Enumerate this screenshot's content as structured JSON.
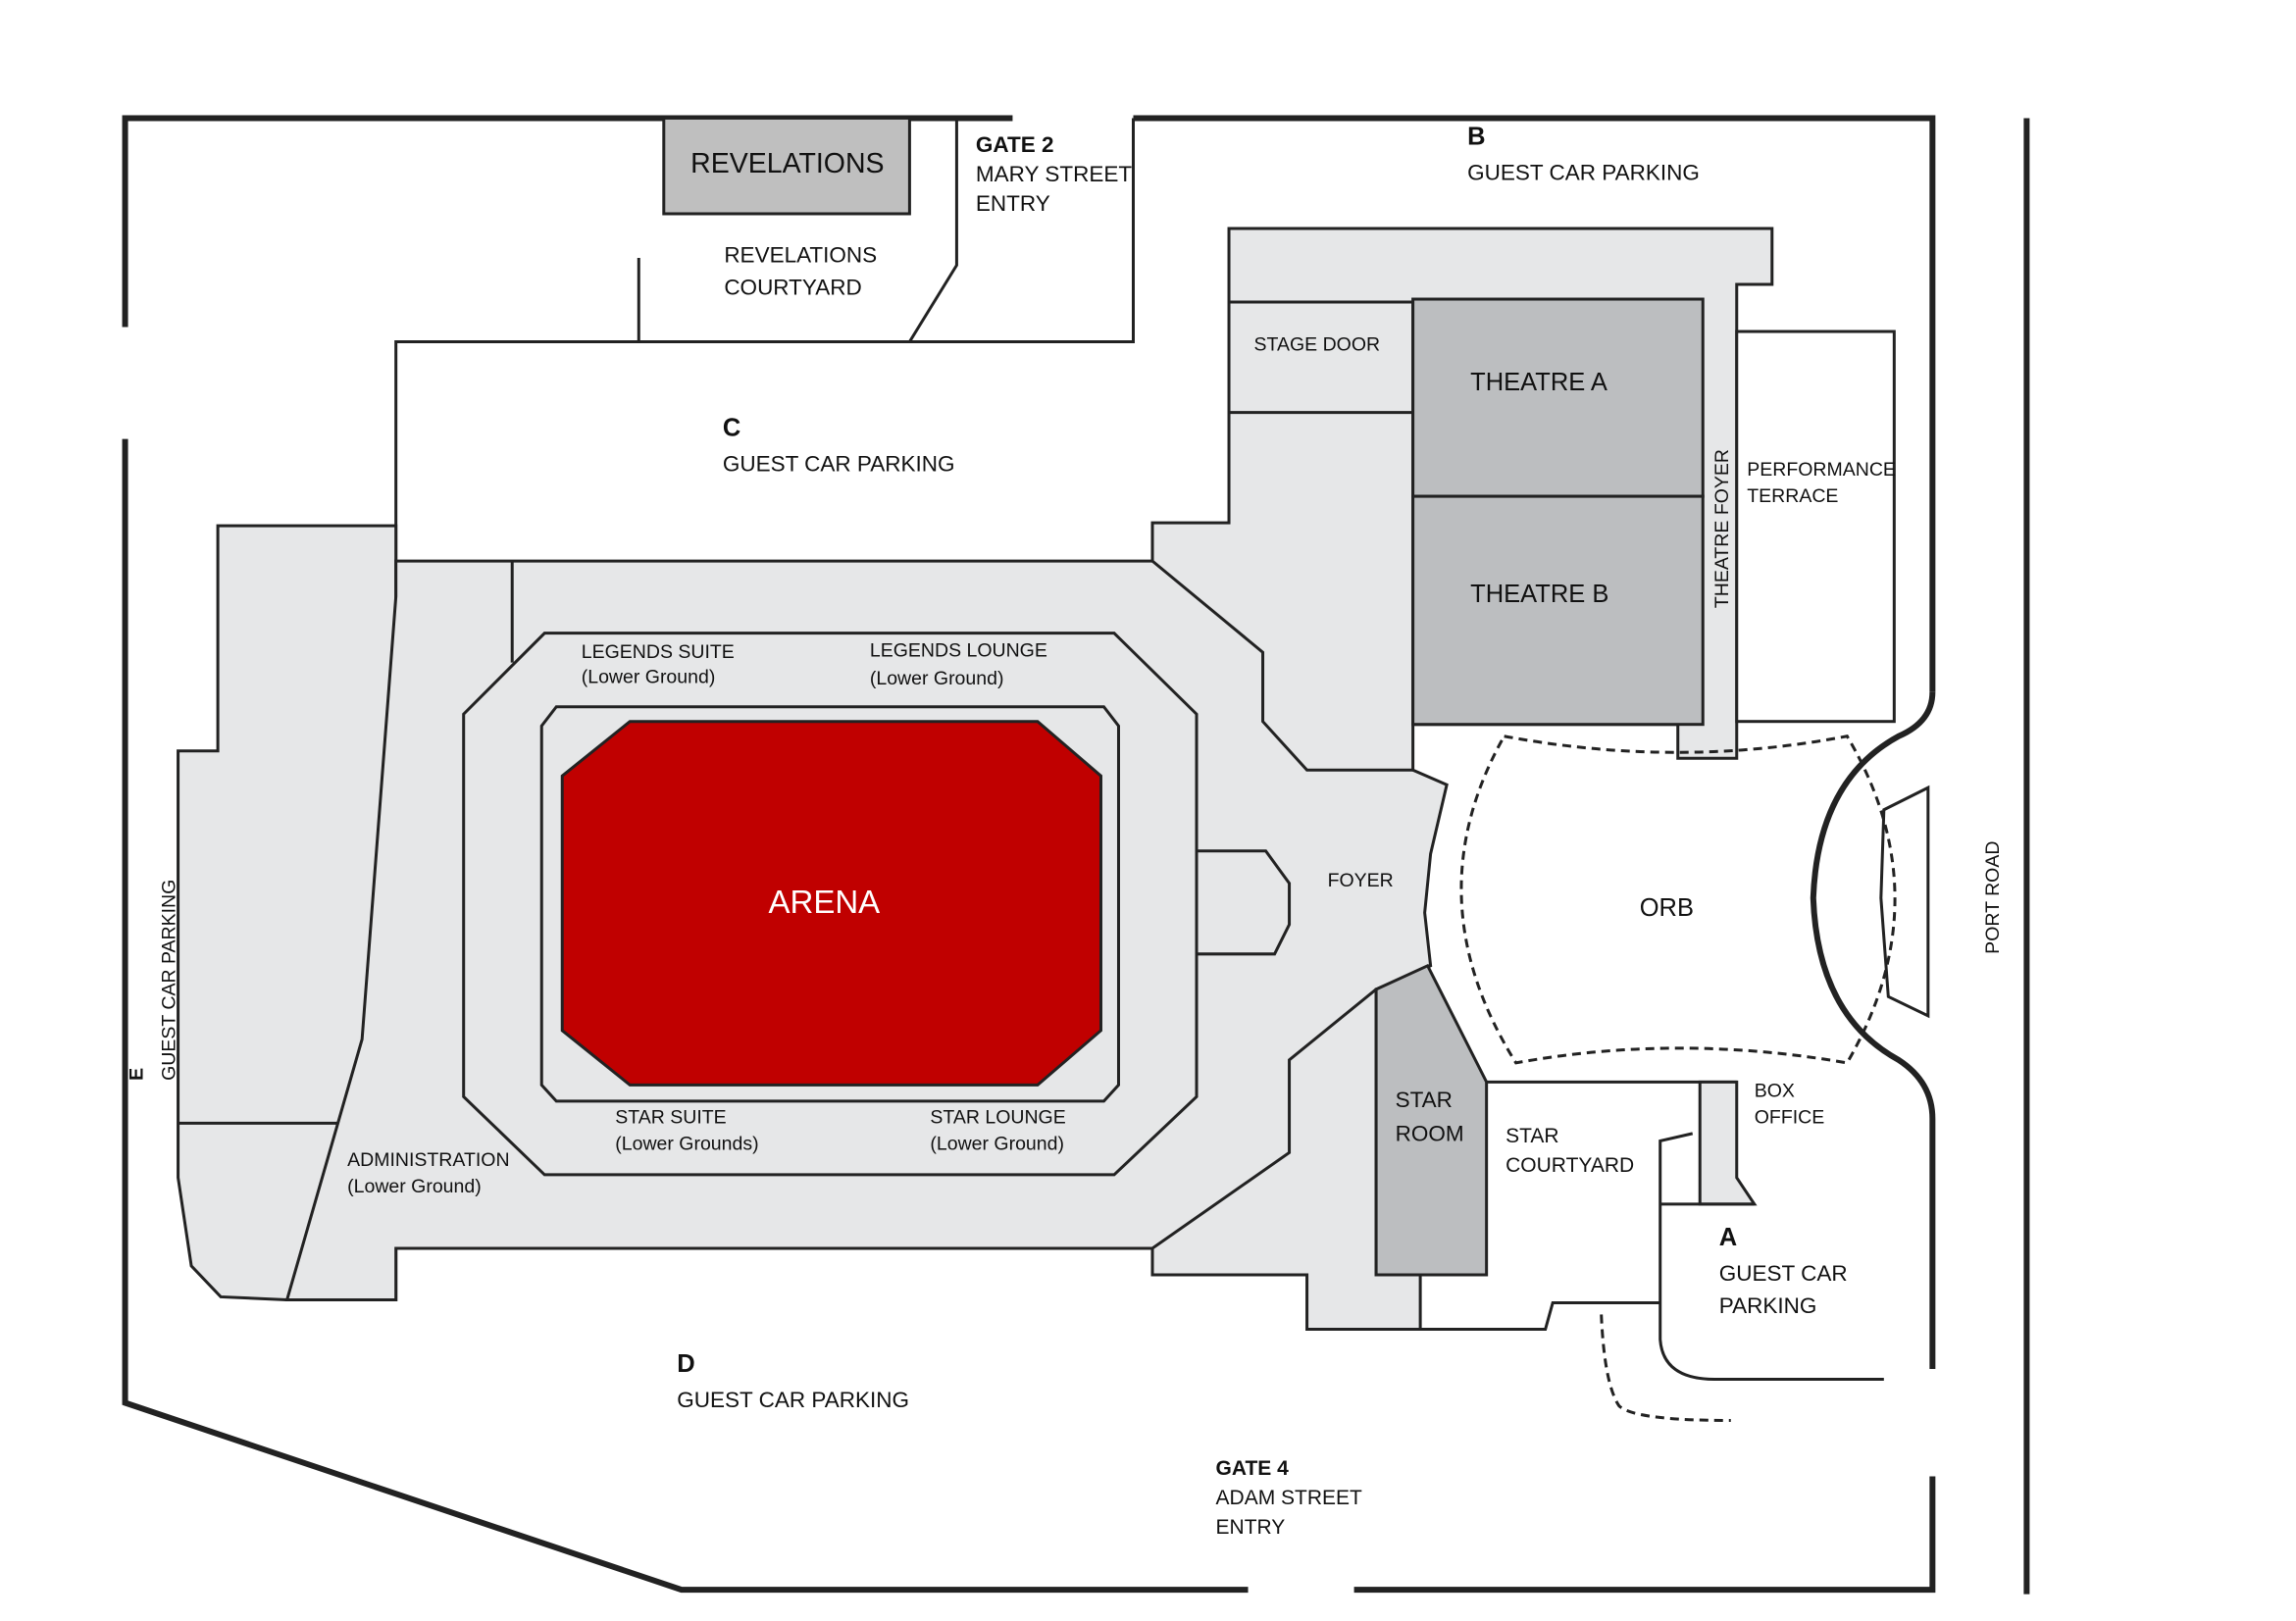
{
  "colors": {
    "arena": "#c00000",
    "building": "#e6e7e8",
    "rooms": "#bcbec0",
    "walls": "#222222"
  },
  "labels": {
    "revelations": "REVELATIONS",
    "revelations_courtyard": [
      "REVELATIONS",
      "COURTYARD"
    ],
    "gate2": {
      "title": "GATE  2",
      "lines": [
        "MARY STREET",
        "ENTRY"
      ]
    },
    "parking_b": {
      "letter": "B",
      "text": "GUEST CAR PARKING"
    },
    "parking_c": {
      "letter": "C",
      "text": "GUEST CAR PARKING"
    },
    "parking_d": {
      "letter": "D",
      "text": "GUEST CAR PARKING"
    },
    "parking_a": {
      "letter": "A",
      "lines": [
        "GUEST CAR",
        "PARKING"
      ]
    },
    "parking_e": {
      "letter": "E",
      "text": "GUEST CAR PARKING"
    },
    "stage_door": "STAGE DOOR",
    "theatre_a": "THEATRE A",
    "theatre_b": "THEATRE B",
    "theatre_foyer": "THEATRE FOYER",
    "performance_terrace": [
      "PERFORMANCE",
      "TERRACE"
    ],
    "legends_suite": [
      "LEGENDS SUITE",
      "(Lower Ground)"
    ],
    "legends_lounge": [
      "LEGENDS LOUNGE",
      "(Lower Ground)"
    ],
    "arena": "ARENA",
    "foyer": "FOYER",
    "orb": "ORB",
    "port_road": "PORT ROAD",
    "star_suite": [
      "STAR SUITE",
      "(Lower Grounds)"
    ],
    "star_lounge": [
      "STAR LOUNGE",
      "(Lower Ground)"
    ],
    "administration": [
      "ADMINISTRATION",
      "(Lower Ground)"
    ],
    "star_room": [
      "STAR",
      "ROOM"
    ],
    "star_courtyard": [
      "STAR",
      "COURTYARD"
    ],
    "box_office": [
      "BOX",
      "OFFICE"
    ],
    "gate4": {
      "title": "GATE 4",
      "lines": [
        "ADAM STREET",
        "ENTRY"
      ]
    }
  }
}
